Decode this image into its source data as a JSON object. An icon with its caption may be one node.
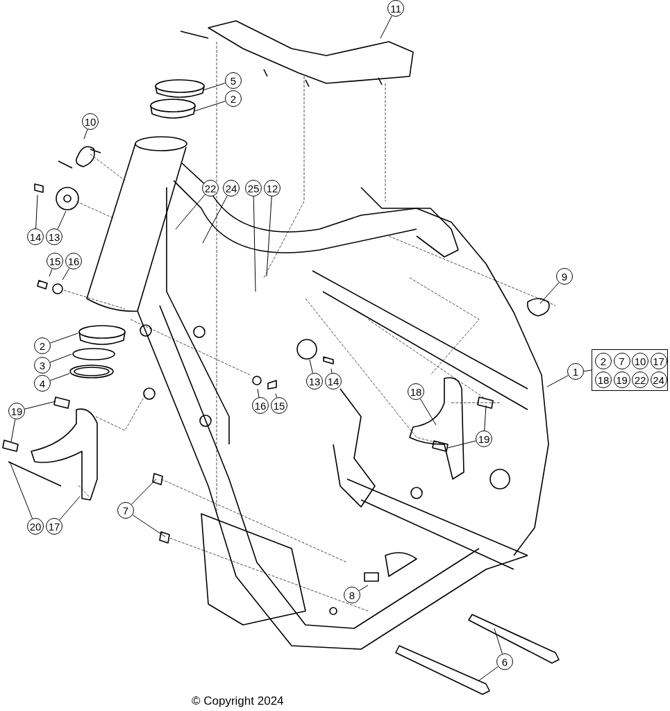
{
  "diagram": {
    "nodes": [
      {
        "text": [
          "11"
        ]
      },
      {
        "text": [
          "5"
        ]
      },
      {
        "text": [
          "2"
        ]
      },
      {
        "text": [
          "10"
        ]
      },
      {
        "text": [
          "22"
        ]
      },
      {
        "text": [
          "24"
        ]
      },
      {
        "text": [
          "25"
        ]
      },
      {
        "text": [
          "12"
        ]
      },
      {
        "text": [
          "14"
        ]
      },
      {
        "text": [
          "13"
        ]
      },
      {
        "text": [
          "15"
        ]
      },
      {
        "text": [
          "16"
        ]
      },
      {
        "text": [
          "9"
        ]
      },
      {
        "text": [
          "2"
        ]
      },
      {
        "text": [
          "3"
        ]
      },
      {
        "text": [
          "4"
        ]
      },
      {
        "text": [
          "1"
        ]
      },
      {
        "text": [
          "13"
        ]
      },
      {
        "text": [
          "14"
        ]
      },
      {
        "text": [
          "16"
        ]
      },
      {
        "text": [
          "15"
        ]
      },
      {
        "text": [
          "18"
        ]
      },
      {
        "text": [
          "19"
        ]
      },
      {
        "text": [
          "19"
        ]
      },
      {
        "text": [
          "20"
        ]
      },
      {
        "text": [
          "17"
        ]
      },
      {
        "text": [
          "7"
        ]
      },
      {
        "text": [
          "8"
        ]
      },
      {
        "text": [
          "6"
        ]
      },
      {
        "text": [],
        "shape": "box"
      },
      {
        "text": [
          "2"
        ],
        "in": 29
      },
      {
        "text": [
          "7"
        ],
        "in": 29
      },
      {
        "text": [
          "10"
        ],
        "in": 29
      },
      {
        "text": [
          "17"
        ],
        "in": 29
      },
      {
        "text": [
          "18"
        ],
        "in": 29
      },
      {
        "text": [
          "19"
        ],
        "in": 29
      },
      {
        "text": [
          "22"
        ],
        "in": 29
      },
      {
        "text": [
          "24"
        ],
        "in": 29
      }
    ],
    "edges": [
      {
        "from": 0,
        "to": null,
        "arrow": "none"
      },
      {
        "from": 1,
        "to": null,
        "arrow": "none"
      },
      {
        "from": 2,
        "to": null,
        "arrow": "none"
      },
      {
        "from": 3,
        "to": null,
        "arrow": "none"
      },
      {
        "from": 4,
        "to": null,
        "arrow": "none"
      },
      {
        "from": 5,
        "to": null,
        "arrow": "none"
      },
      {
        "from": 6,
        "to": null,
        "arrow": "none"
      },
      {
        "from": 7,
        "to": null,
        "arrow": "none"
      },
      {
        "from": 8,
        "to": null,
        "arrow": "none"
      },
      {
        "from": 9,
        "to": null,
        "arrow": "none"
      },
      {
        "from": 10,
        "to": null,
        "arrow": "none"
      },
      {
        "from": 11,
        "to": null,
        "arrow": "none"
      },
      {
        "from": 12,
        "to": null,
        "arrow": "none"
      },
      {
        "from": 13,
        "to": null,
        "arrow": "none"
      },
      {
        "from": 14,
        "to": null,
        "arrow": "none"
      },
      {
        "from": 15,
        "to": null,
        "arrow": "none"
      },
      {
        "from": 16,
        "to": null,
        "arrow": "none"
      },
      {
        "from": 17,
        "to": null,
        "arrow": "none"
      },
      {
        "from": 18,
        "to": null,
        "arrow": "none"
      },
      {
        "from": 19,
        "to": null,
        "arrow": "none"
      },
      {
        "from": 20,
        "to": null,
        "arrow": "none"
      },
      {
        "from": 21,
        "to": null,
        "arrow": "none"
      },
      {
        "from": 22,
        "to": null,
        "arrow": "none"
      },
      {
        "from": 22,
        "to": null,
        "arrow": "none"
      },
      {
        "from": 23,
        "to": null,
        "arrow": "none"
      },
      {
        "from": 23,
        "to": null,
        "arrow": "none"
      },
      {
        "from": 24,
        "to": null,
        "arrow": "none"
      },
      {
        "from": 25,
        "to": null,
        "arrow": "none"
      },
      {
        "from": 26,
        "to": null,
        "arrow": "none"
      },
      {
        "from": 26,
        "to": null,
        "arrow": "none"
      },
      {
        "from": 27,
        "to": null,
        "arrow": "none"
      },
      {
        "from": 28,
        "to": null,
        "arrow": "none"
      },
      {
        "from": 28,
        "to": null,
        "arrow": "none"
      },
      {
        "from": 16,
        "to": 29,
        "arrow": "none"
      }
    ],
    "labels": [
      "© Copyright 2024"
    ]
  }
}
